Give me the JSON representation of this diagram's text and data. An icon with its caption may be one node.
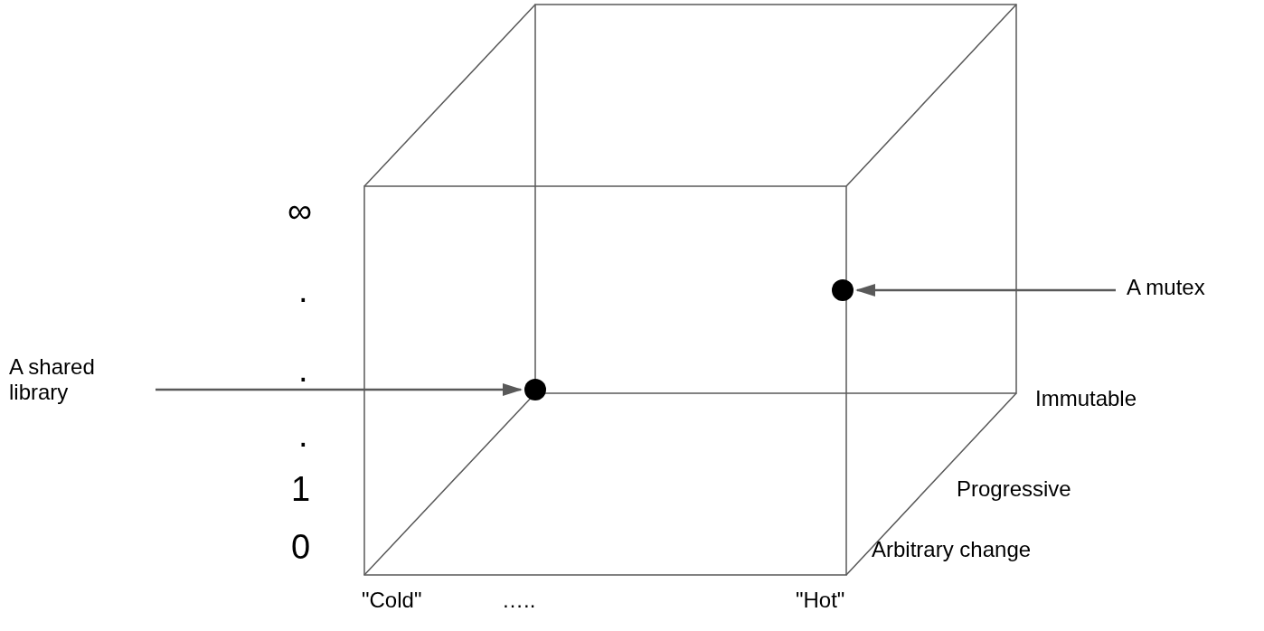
{
  "diagram": {
    "nodes": [
      {
        "text": [],
        "shape": "circle"
      },
      {
        "text": [
          "A mutex"
        ]
      },
      {
        "text": [
          "A shared library"
        ]
      },
      {
        "text": [],
        "shape": "circle"
      }
    ],
    "edges": [
      {
        "from": 1,
        "to": 0,
        "arrow": "to"
      },
      {
        "from": 2,
        "to": 3,
        "arrow": "to"
      }
    ],
    "labels": [
      "∞",
      ".",
      ".",
      ".",
      "1",
      "0",
      "Immutable",
      "Progressive",
      "Arbitrary change",
      "\"Cold\"",
      "…..",
      "\"Hot\""
    ]
  }
}
